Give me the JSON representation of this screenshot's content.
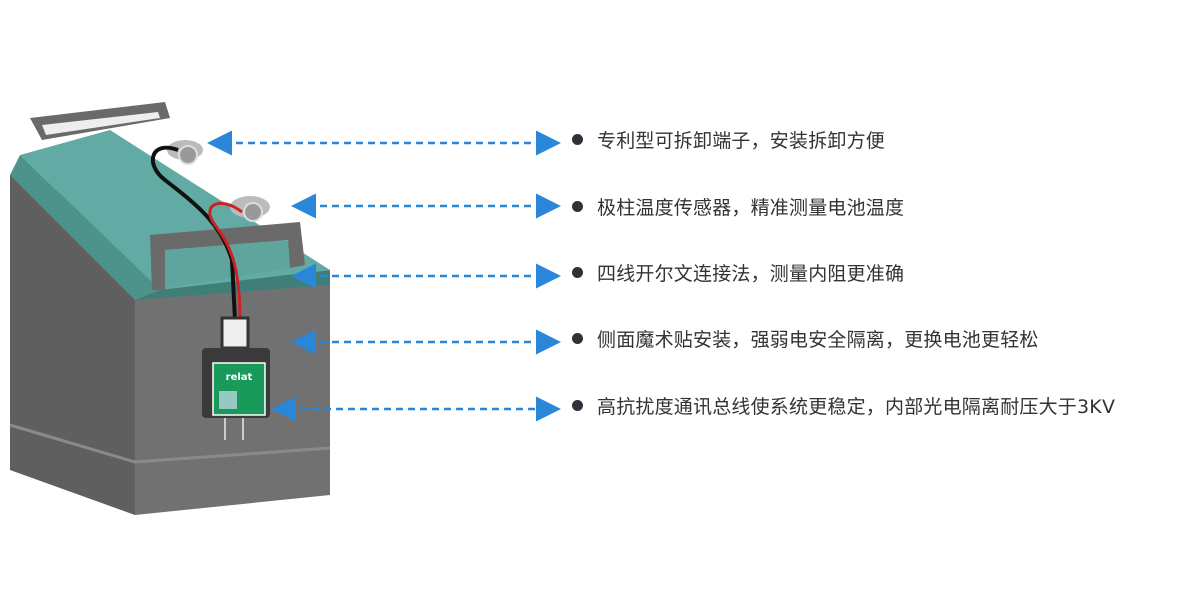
{
  "product": {
    "logo_text": "relat"
  },
  "features": [
    {
      "label": "专利型可拆卸端子，安装拆卸方便"
    },
    {
      "label": "极柱温度传感器，精准测量电池温度"
    },
    {
      "label": "四线开尔文连接法，测量内阻更准确"
    },
    {
      "label": "侧面魔术贴安装，强弱电安全隔离，更换电池更轻松"
    },
    {
      "label": "高抗扰度通讯总线使系统更稳定，内部光电隔离耐压大于3KV"
    }
  ],
  "colors": {
    "arrow": "#2a86d8",
    "bullet": "#2e333a",
    "lid": "#5fa9a2",
    "body": "#6e6e6e",
    "module_label": "#1a9a5a"
  }
}
